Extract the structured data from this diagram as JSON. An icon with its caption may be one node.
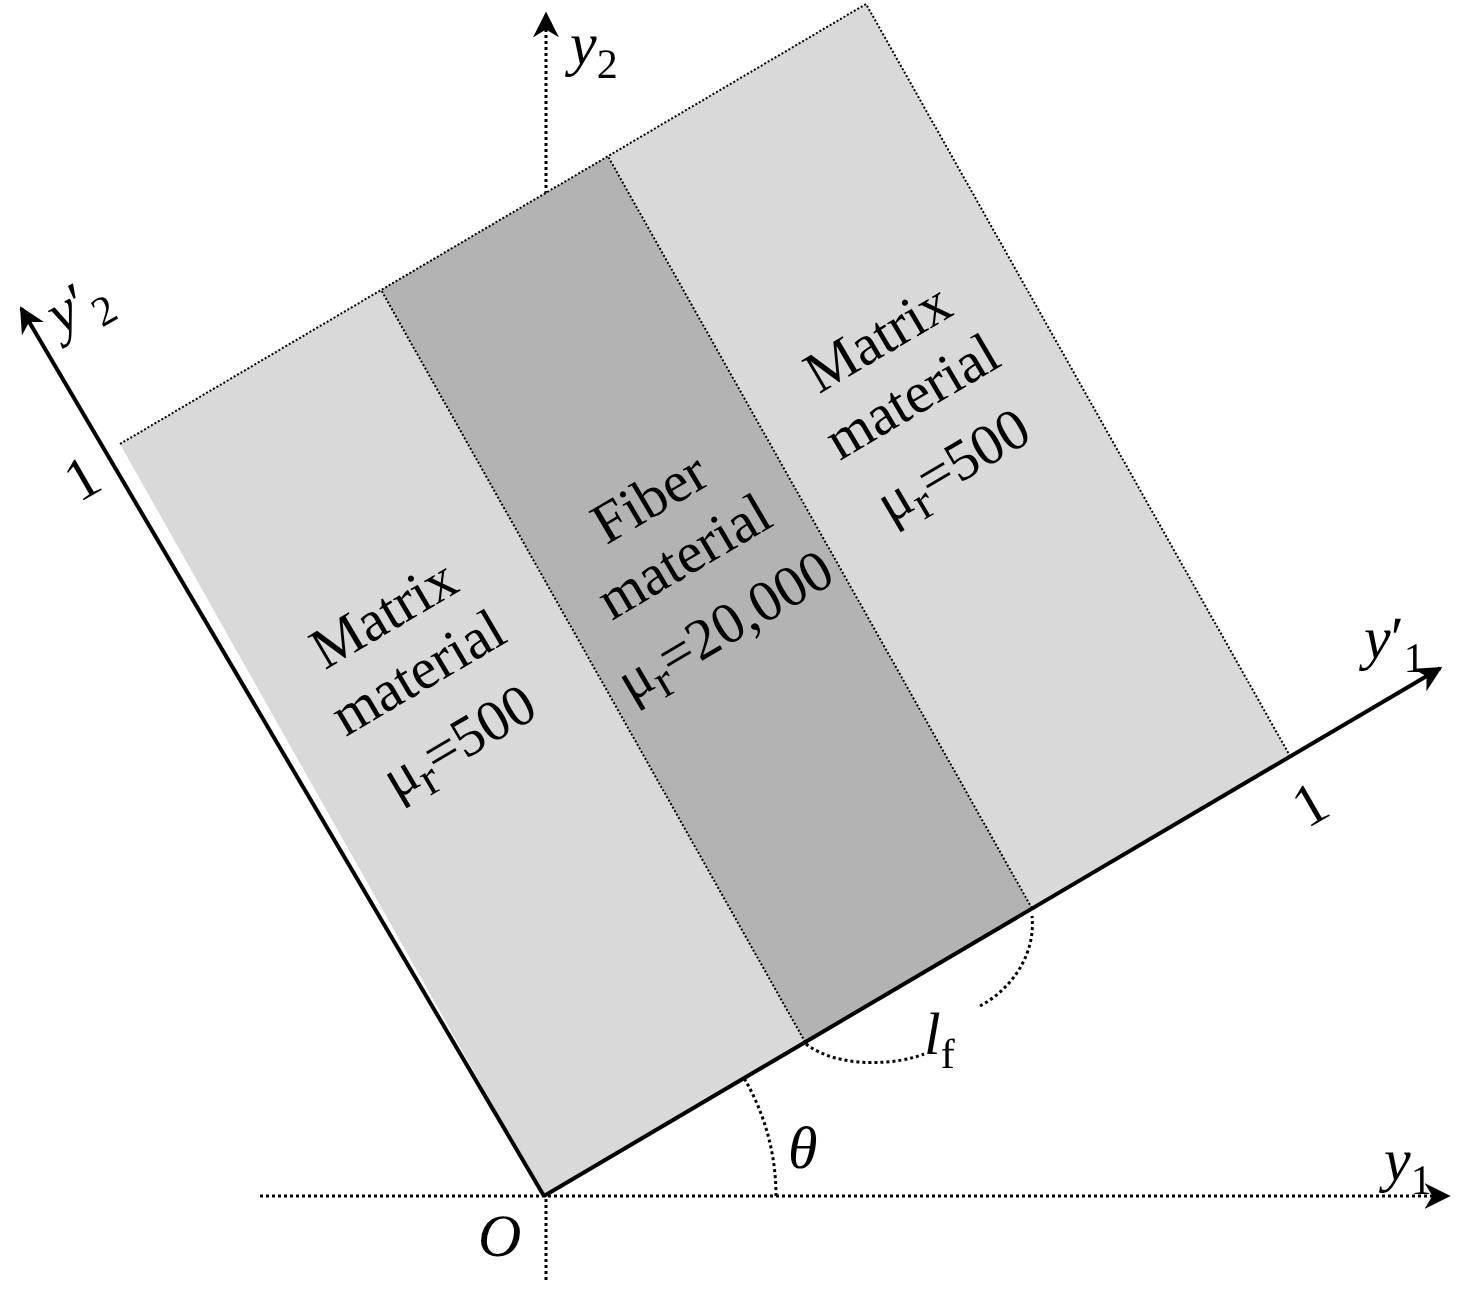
{
  "diagram": {
    "nodes": [
      {
        "text": [
          "Matrix material",
          "μ$_{r}$=500"
        ]
      },
      {
        "text": [
          "Fiber material",
          "μ$_{r}$=20,000"
        ]
      },
      {
        "text": [
          "Matrix material",
          "μ$_{r}$=500"
        ]
      }
    ],
    "labels": [
      "*y*$_{2}$",
      "*y*′$_{2}$",
      "1",
      "*y*′$_{1}$",
      "1",
      "*l*$_{f}$",
      "*θ*",
      "*y*$_{1}$",
      "*O*"
    ]
  }
}
